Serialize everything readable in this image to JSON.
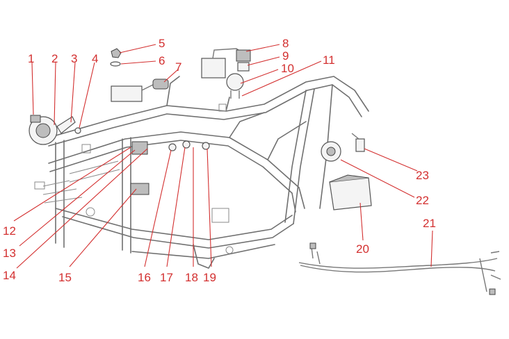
{
  "callouts": {
    "c1": "1",
    "c2": "2",
    "c3": "3",
    "c4": "4",
    "c5": "5",
    "c6": "6",
    "c7": "7",
    "c8": "8",
    "c9": "9",
    "c10": "10",
    "c11": "11",
    "c12": "12",
    "c13": "13",
    "c14": "14",
    "c15": "15",
    "c16": "16",
    "c17": "17",
    "c18": "18",
    "c19": "19",
    "c20": "20",
    "c21": "21",
    "c22": "22",
    "c23": "23"
  },
  "colors": {
    "callout": "#d32f2f",
    "line_art": "#6f6f6f"
  }
}
